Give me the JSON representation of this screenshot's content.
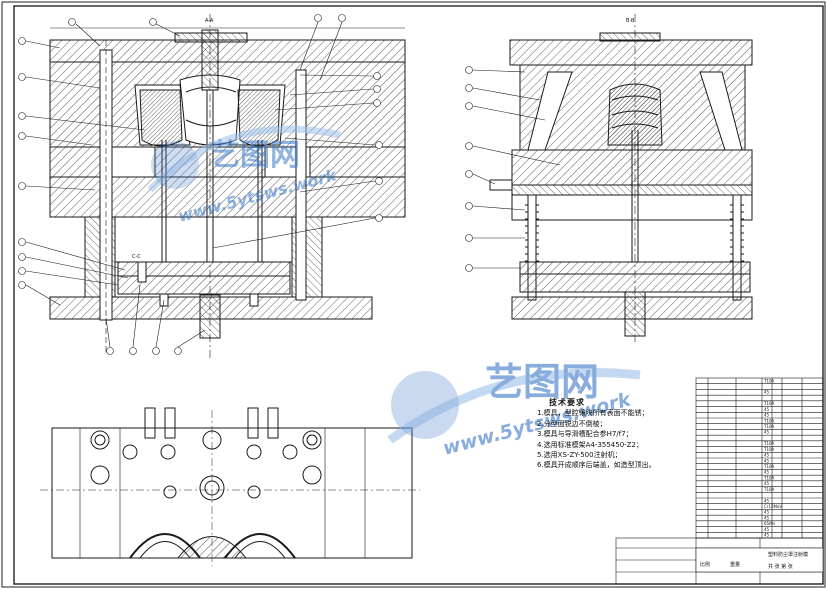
{
  "technical_requirements": {
    "title": "技术要求",
    "items": [
      "1.模具，型腔镶块所有表面不能锈；",
      "2.分型面锐边不倒棱；",
      "3.模具与导滑槽配合参H7/f7；",
      "4.选用标准模架A4-355450-Z2；",
      "5.选用XS-ZY-500注射机；",
      "6.模具开成顺序后端盖，如造型顶出。"
    ]
  },
  "section_labels": {
    "top_view_label": "A-A",
    "right_view_label": "B-B",
    "section_cc": "C-C"
  },
  "watermark": {
    "brand": "艺图网",
    "url": "www.5ytsws.work"
  },
  "colors": {
    "line": "#1a1a1a",
    "hatch": "#333333",
    "watermark_blue": "#3a78c8",
    "watermark_light": "#9cc0ea"
  },
  "title_block": {
    "drawing_name": "塑料防尘罩注射模",
    "scale_label": "比例",
    "weight_label": "重量",
    "sheet_label": "共 张 第 张",
    "material": "T10A"
  },
  "bom_rows": [
    {
      "material": "T10A"
    },
    {
      "material": ""
    },
    {
      "material": "45"
    },
    {
      "material": ""
    },
    {
      "material": "T10A"
    },
    {
      "material": "45"
    },
    {
      "material": "45"
    },
    {
      "material": "T10A"
    },
    {
      "material": "T10A"
    },
    {
      "material": "45"
    },
    {
      "material": ""
    },
    {
      "material": "T10A"
    },
    {
      "material": "T10A"
    },
    {
      "material": "45"
    },
    {
      "material": "45"
    },
    {
      "material": "T10A"
    },
    {
      "material": "45"
    },
    {
      "material": "T10A"
    },
    {
      "material": "45"
    },
    {
      "material": "T10A"
    },
    {
      "material": ""
    },
    {
      "material": "45"
    },
    {
      "material": "Cr12MoV"
    },
    {
      "material": "45"
    },
    {
      "material": "45"
    },
    {
      "material": "65Mn"
    },
    {
      "material": "45"
    },
    {
      "material": "45"
    }
  ]
}
